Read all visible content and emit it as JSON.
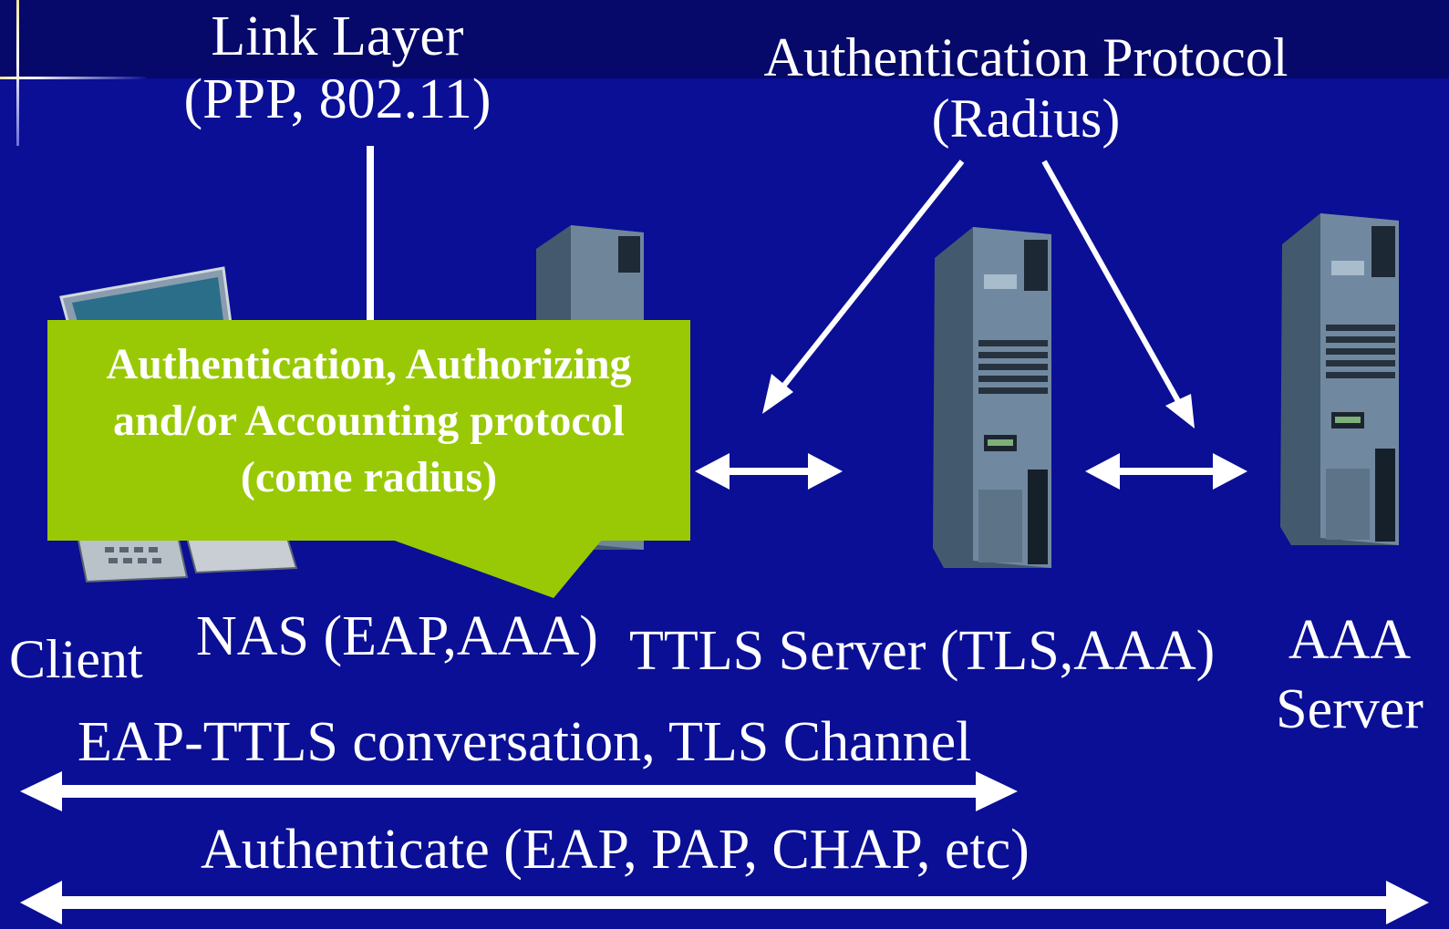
{
  "labels": {
    "link_layer_line1": "Link Layer",
    "link_layer_line2": "(PPP, 802.11)",
    "auth_protocol_line1": "Authentication Protocol",
    "auth_protocol_line2": "(Radius)",
    "client": "Client",
    "nas": "NAS (EAP,AAA)",
    "ttls_server": "TTLS Server (TLS,AAA)",
    "aaa_server_line1": "AAA",
    "aaa_server_line2": "Server",
    "eap_ttls_conversation": "EAP-TTLS conversation, TLS Channel",
    "authenticate": "Authenticate (EAP, PAP, CHAP, etc)"
  },
  "callout": {
    "text": "Authentication, Authorizing\nand/or Accounting protocol\n(come radius)"
  },
  "icons": [
    "laptop-icon",
    "nas-server-icon",
    "ttls-server-icon",
    "aaa-server-icon"
  ],
  "colors": {
    "background": "#0a0f95",
    "top_band": "#06086a",
    "callout": "#99c905",
    "text": "#ffffff"
  }
}
